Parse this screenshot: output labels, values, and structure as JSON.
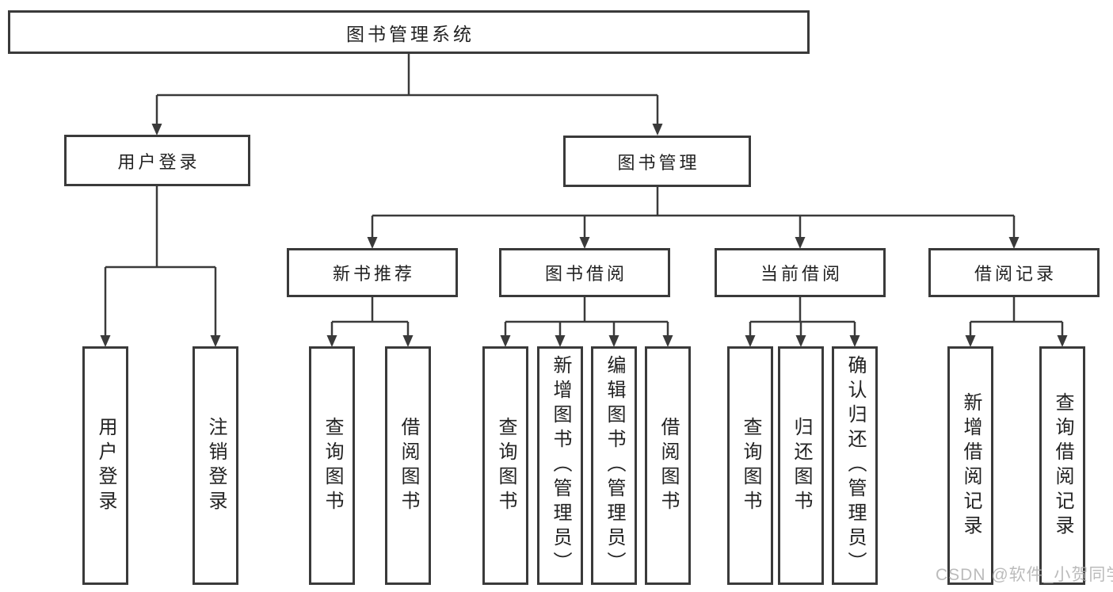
{
  "tree": {
    "root": {
      "label": "图书管理系统"
    },
    "level2": [
      {
        "label": "用户登录"
      },
      {
        "label": "图书管理"
      }
    ],
    "level3": [
      {
        "label": "新书推荐"
      },
      {
        "label": "图书借阅"
      },
      {
        "label": "当前借阅"
      },
      {
        "label": "借阅记录"
      }
    ],
    "leaves": {
      "userLogin": [
        "用户登录",
        "注销登录"
      ],
      "newBook": [
        "查询图书",
        "借阅图书"
      ],
      "bookBorrow": [
        "查询图书",
        "新增图书（管理员）",
        "编辑图书（管理员）",
        "借阅图书"
      ],
      "currentBorrow": [
        "查询图书",
        "归还图书",
        "确认归还（管理员）"
      ],
      "borrowRecord": [
        "新增借阅记录",
        "查询借阅记录"
      ]
    },
    "watermark": "CSDN @软件_小贺同学",
    "colors": {
      "line": "#3a3a3a",
      "text": "#222222",
      "background": "#ffffff",
      "watermark": "#b0b0b0"
    }
  }
}
